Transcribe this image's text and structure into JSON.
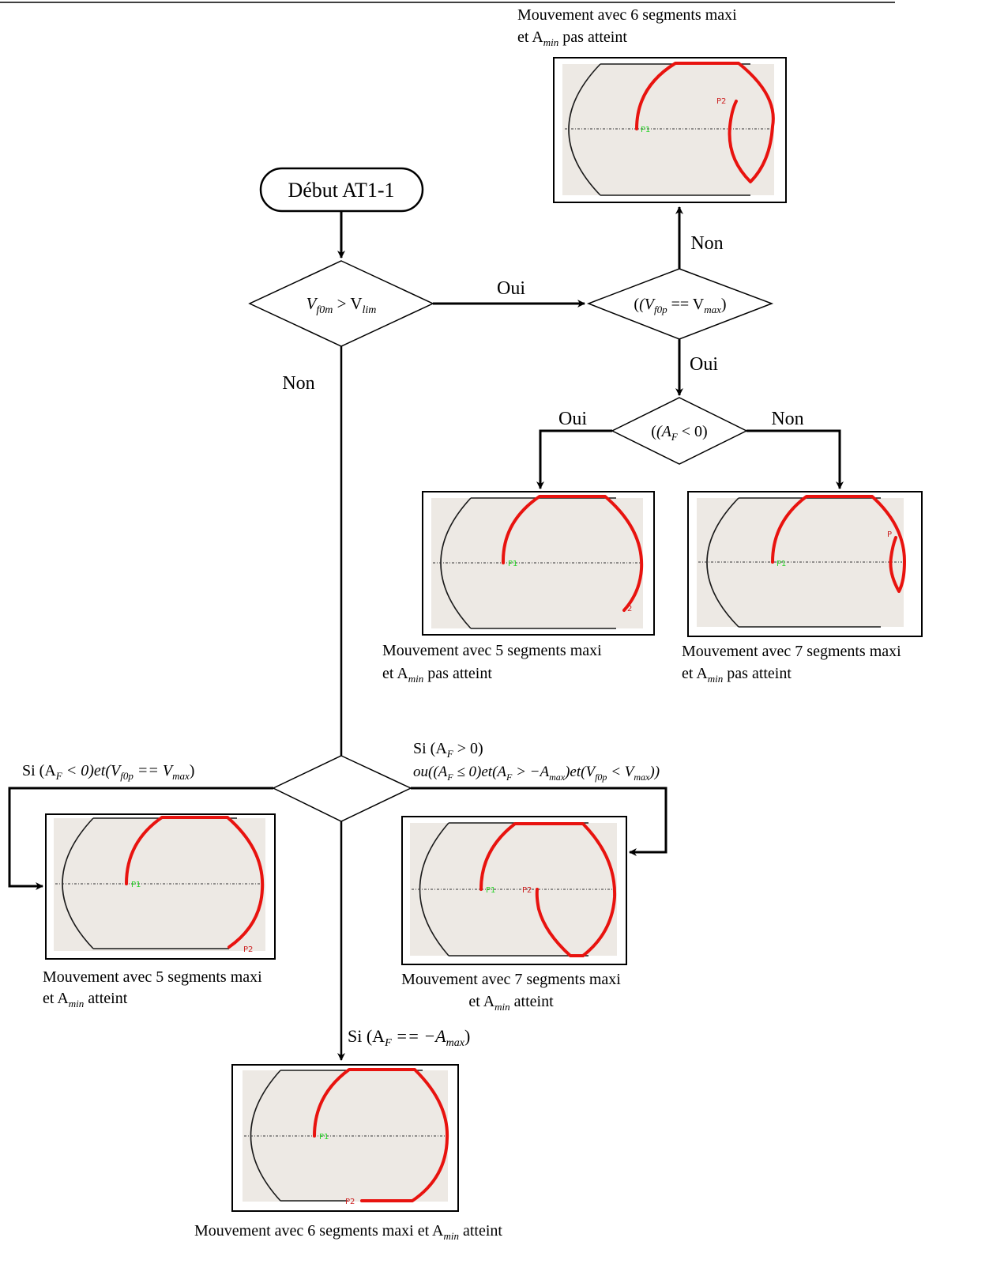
{
  "start_node": {
    "label": "Début AT1-1"
  },
  "decisions": {
    "d1": {
      "label_base": "V",
      "label_sub1": "f0m",
      "label_op": " > V",
      "label_sub2": "lim"
    },
    "d2": {
      "label": "(V",
      "label_sub1": "f0p",
      "label_op": " == V",
      "label_sub2": "max",
      "label_close": ")"
    },
    "d3": {
      "label_open": "(A",
      "label_sub": "F",
      "label_rest": " < 0)"
    }
  },
  "edges": {
    "d1_yes": "Oui",
    "d1_no": "Non",
    "d2_no": "Non",
    "d2_yes": "Oui",
    "d3_yes": "Oui",
    "d3_no": "Non",
    "d4_left": "Si (A",
    "d4_left_sub": "F",
    "d4_left_mid": " < 0)et(V",
    "d4_left_sub2": "f0p",
    "d4_left_end": " == V",
    "d4_left_sub3": "max",
    "d4_left_close": ")",
    "d4_right_line1_a": "Si (A",
    "d4_right_line1_sub": "F",
    "d4_right_line1_b": " > 0)",
    "d4_right_line2": "ou((A",
    "d4_right_line2_s1": "F",
    "d4_right_line2_b": " ≤ 0)et(A",
    "d4_right_line2_s2": "F",
    "d4_right_line2_c": " > −A",
    "d4_right_line2_s3": "max",
    "d4_right_line2_d": ")et(V",
    "d4_right_line2_s4": "f0p",
    "d4_right_line2_e": " < V",
    "d4_right_line2_s5": "max",
    "d4_right_line2_f": "))",
    "d4_down_a": "Si (A",
    "d4_down_sub": "F",
    "d4_down_b": " == −A",
    "d4_down_sub2": "max",
    "d4_down_c": ")"
  },
  "captions": {
    "top": {
      "line1": "Mouvement avec 6 segments maxi",
      "line2_a": "et A",
      "line2_sub": "min",
      "line2_b": " pas atteint"
    },
    "mid_left": {
      "line1": "Mouvement avec 5 segments maxi",
      "line2_a": "et A",
      "line2_sub": "min",
      "line2_b": " pas atteint"
    },
    "mid_right": {
      "line1": "Mouvement avec 7 segments maxi",
      "line2_a": "et A",
      "line2_sub": "min",
      "line2_b": " pas atteint"
    },
    "low_left": {
      "line1": "Mouvement avec 5 segments maxi",
      "line2_a": "et A",
      "line2_sub": "min",
      "line2_b": " atteint"
    },
    "low_right": {
      "line1": "Mouvement avec 7 segments maxi",
      "line2_a": "et A",
      "line2_sub": "min",
      "line2_b": " atteint"
    },
    "bottom": {
      "line1_a": "Mouvement avec 6 segments maxi et A",
      "line1_sub": "min",
      "line1_b": " atteint"
    }
  },
  "point_labels": {
    "p1": "P1",
    "p2": "P2",
    "p2_partial": "P",
    "p2_cut": "2"
  },
  "colors": {
    "trajectory": "#e8130f",
    "vessel": "#1a1a1a",
    "thumb_background": "#ede9e4",
    "p1": "#2bd42b",
    "p2": "#cc2020"
  }
}
